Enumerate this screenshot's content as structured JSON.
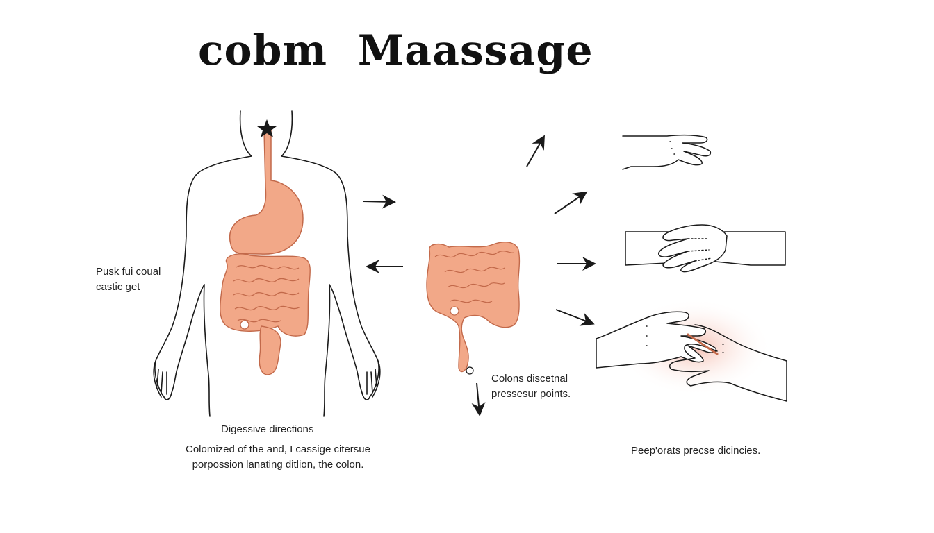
{
  "title": "cobm  Maassage",
  "labels": {
    "left_note_line1": "Pusk fui coual",
    "left_note_line2": "castic get",
    "digestive_heading": "Digessive directions",
    "caption_line1": "Colomized of the and, I cassige citersue",
    "caption_line2": "porpossion lanating ditlion, the colon.",
    "colon_note_line1": "Colons discetnal",
    "colon_note_line2": "pressesur points.",
    "right_caption": "Peep'orats precse dicincies."
  },
  "colors": {
    "organ_fill": "#f2a888",
    "organ_stroke": "#c2694a",
    "line": "#1a1a1a",
    "glow": "#f6c9c0"
  },
  "icons": [
    "star-icon",
    "arrow-right-icon",
    "arrow-left-icon",
    "arrow-up-right-icon",
    "arrow-down-right-icon",
    "arrow-down-icon"
  ]
}
